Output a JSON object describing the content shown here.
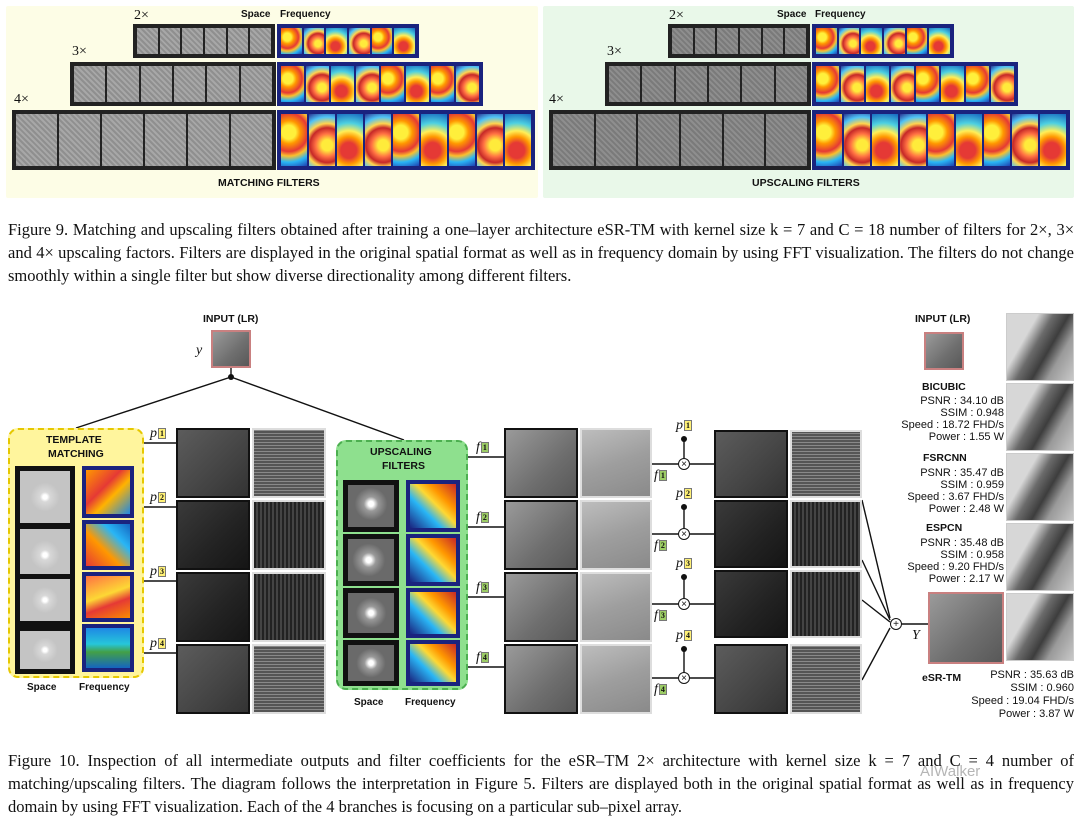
{
  "figure9": {
    "left_panel": {
      "space_label": "Space",
      "freq_label": "Frequency",
      "factors": [
        "2×",
        "3×",
        "4×"
      ],
      "title": "MATCHING FILTERS",
      "bg": "#fdfde6"
    },
    "right_panel": {
      "space_label": "Space",
      "freq_label": "Frequency",
      "factors": [
        "2×",
        "3×",
        "4×"
      ],
      "title": "UPSCALING FILTERS",
      "bg": "#e9f8e9"
    },
    "caption": "Figure 9. Matching and upscaling filters obtained after training a one–layer architecture eSR-TM with kernel size k = 7 and C = 18 number of filters for 2×, 3× and 4× upscaling factors. Filters are displayed in the original spatial format as well as in frequency domain by using FFT visualization. The filters do not change smoothly within a single filter but show diverse directionality among different filters."
  },
  "figure10": {
    "input_label": "INPUT (LR)",
    "y_symbol": "y",
    "template_box": {
      "title_line1": "TEMPLATE",
      "title_line2": "MATCHING",
      "space_label": "Space",
      "freq_label": "Frequency",
      "color": "#fff59d"
    },
    "upscaling_box": {
      "title_line1": "UPSCALING",
      "title_line2": "FILTERS",
      "space_label": "Space",
      "freq_label": "Frequency",
      "color": "#8ee08e"
    },
    "p_symbols": [
      "p",
      "p",
      "p",
      "p"
    ],
    "f_symbols": [
      "f",
      "f",
      "f",
      "f"
    ],
    "branch_indices": [
      "1",
      "2",
      "3",
      "4"
    ],
    "mult_symbol": "×",
    "plus_symbol": "+",
    "output_symbol": "Y",
    "right": {
      "input_label": "INPUT (LR)",
      "methods": [
        {
          "name": "BICUBIC",
          "psnr": "PSNR : 34.10 dB",
          "ssim": "SSIM : 0.948",
          "speed": "Speed : 18.72 FHD/s",
          "power": "Power : 1.55 W"
        },
        {
          "name": "FSRCNN",
          "psnr": "PSNR : 35.47 dB",
          "ssim": "SSIM : 0.959",
          "speed": "Speed : 3.67 FHD/s",
          "power": "Power : 2.48 W"
        },
        {
          "name": "ESPCN",
          "psnr": "PSNR : 35.48 dB",
          "ssim": "SSIM : 0.958",
          "speed": "Speed : 9.20 FHD/s",
          "power": "Power : 2.17 W"
        },
        {
          "name": "eSR-TM",
          "psnr": "PSNR : 35.63 dB",
          "ssim": "SSIM : 0.960",
          "speed": "Speed : 19.04 FHD/s",
          "power": "Power : 3.87 W"
        }
      ]
    },
    "caption": "Figure 10. Inspection of all intermediate outputs and filter coefficients for the eSR–TM 2× architecture with kernel size k = 7 and C = 4 number of matching/upscaling filters. The diagram follows the interpretation in Figure 5. Filters are displayed both in the original spatial format as well as in frequency domain by using FFT visualization. Each of the 4 branches is focusing on a particular sub–pixel array.",
    "watermark": "AIWalker"
  }
}
